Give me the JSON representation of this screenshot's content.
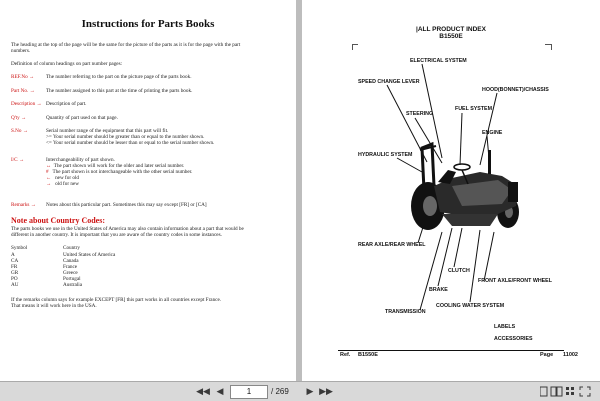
{
  "left": {
    "title": "Instructions for Parts Books",
    "intro1": "The heading at the top of the page will be the same for the picture of the parts as it is for the page with the part",
    "intro2": "numbers.",
    "definition": "Definition of column headings on part number pages:",
    "ref_label": "REF.No",
    "ref_text": "The number referring to the part on the picture page of the parts book.",
    "partno_label": "Part No.",
    "partno_text": "The number assigned to this part at the time of printing the parts book.",
    "desc_label": "Description",
    "desc_text": "Description of part.",
    "qty_label": "Q'ty",
    "qty_text": "Quantity of part used on that page.",
    "sno_label": "S.No",
    "sno_text": "Serial number range of the equipment that this part will fit.",
    "sno_1": ">= Your serial number should be greater than or equal to the number shown.",
    "sno_2": "<= Your serial number should be lesser than or equal to the serial number shown.",
    "ic_label": "I/C",
    "ic_text": "Interchangeability of part shown.",
    "ic_1": "The part shown will work for the older and later serial number.",
    "ic_2": "The part shown is not interchangeable with the other serial number.",
    "ic_3": "new for old",
    "ic_4": "old for new",
    "remarks_label": "Remarks",
    "remarks_text": "Notes about this particular part. Sometimes this may say except [FR] or [CA]",
    "country_heading": "Note about Country Codes:",
    "country_p1": "The parts books we use in the United States of America may also contain information about a part that would be",
    "country_p2": "different in another country. It is important that you are aware of the country codes in some instances.",
    "table_header": [
      "Symbol",
      "Country"
    ],
    "countries": [
      [
        "A",
        "United States of America"
      ],
      [
        "CA",
        "Canada"
      ],
      [
        "FR",
        "France"
      ],
      [
        "GR",
        "Greece"
      ],
      [
        "PO",
        "Portugal"
      ],
      [
        "AU",
        "Australia"
      ]
    ],
    "footer1": "If the remarks column says for example EXCEPT [FR] this part works in all countries except France.",
    "footer2": "That means it will work here in the USA."
  },
  "right": {
    "header1": "|ALL PRODUCT INDEX",
    "header2": "B1550E",
    "labels": {
      "electrical": "ELECTRICAL SYSTEM",
      "speed": "SPEED CHANGE LEVER",
      "hood": "HOOD(BONNET)/CHASSIS",
      "fuel": "FUEL SYSTEM",
      "steering": "STEERING",
      "engine": "ENGINE",
      "hydraulic": "HYDRAULIC SYSTEM",
      "rear_axle": "REAR AXLE/REAR WHEEL",
      "clutch": "CLUTCH",
      "front_axle": "FRONT AXLE/FRONT WHEEL",
      "brake": "BRAKE",
      "transmission": "TRANSMISSION",
      "cooling": "COOLING WATER SYSTEM",
      "labels": "LABELS",
      "accessories": "ACCESSORIES"
    },
    "footer_ref": "Ref.",
    "footer_model": "B1550E",
    "footer_page_label": "Page",
    "footer_page": "11002"
  },
  "toolbar": {
    "page_value": "1",
    "page_total": "/ 269"
  },
  "icons": {
    "first": "first-page-icon",
    "prev": "previous-page-icon",
    "next": "next-page-icon",
    "last": "last-page-icon"
  }
}
